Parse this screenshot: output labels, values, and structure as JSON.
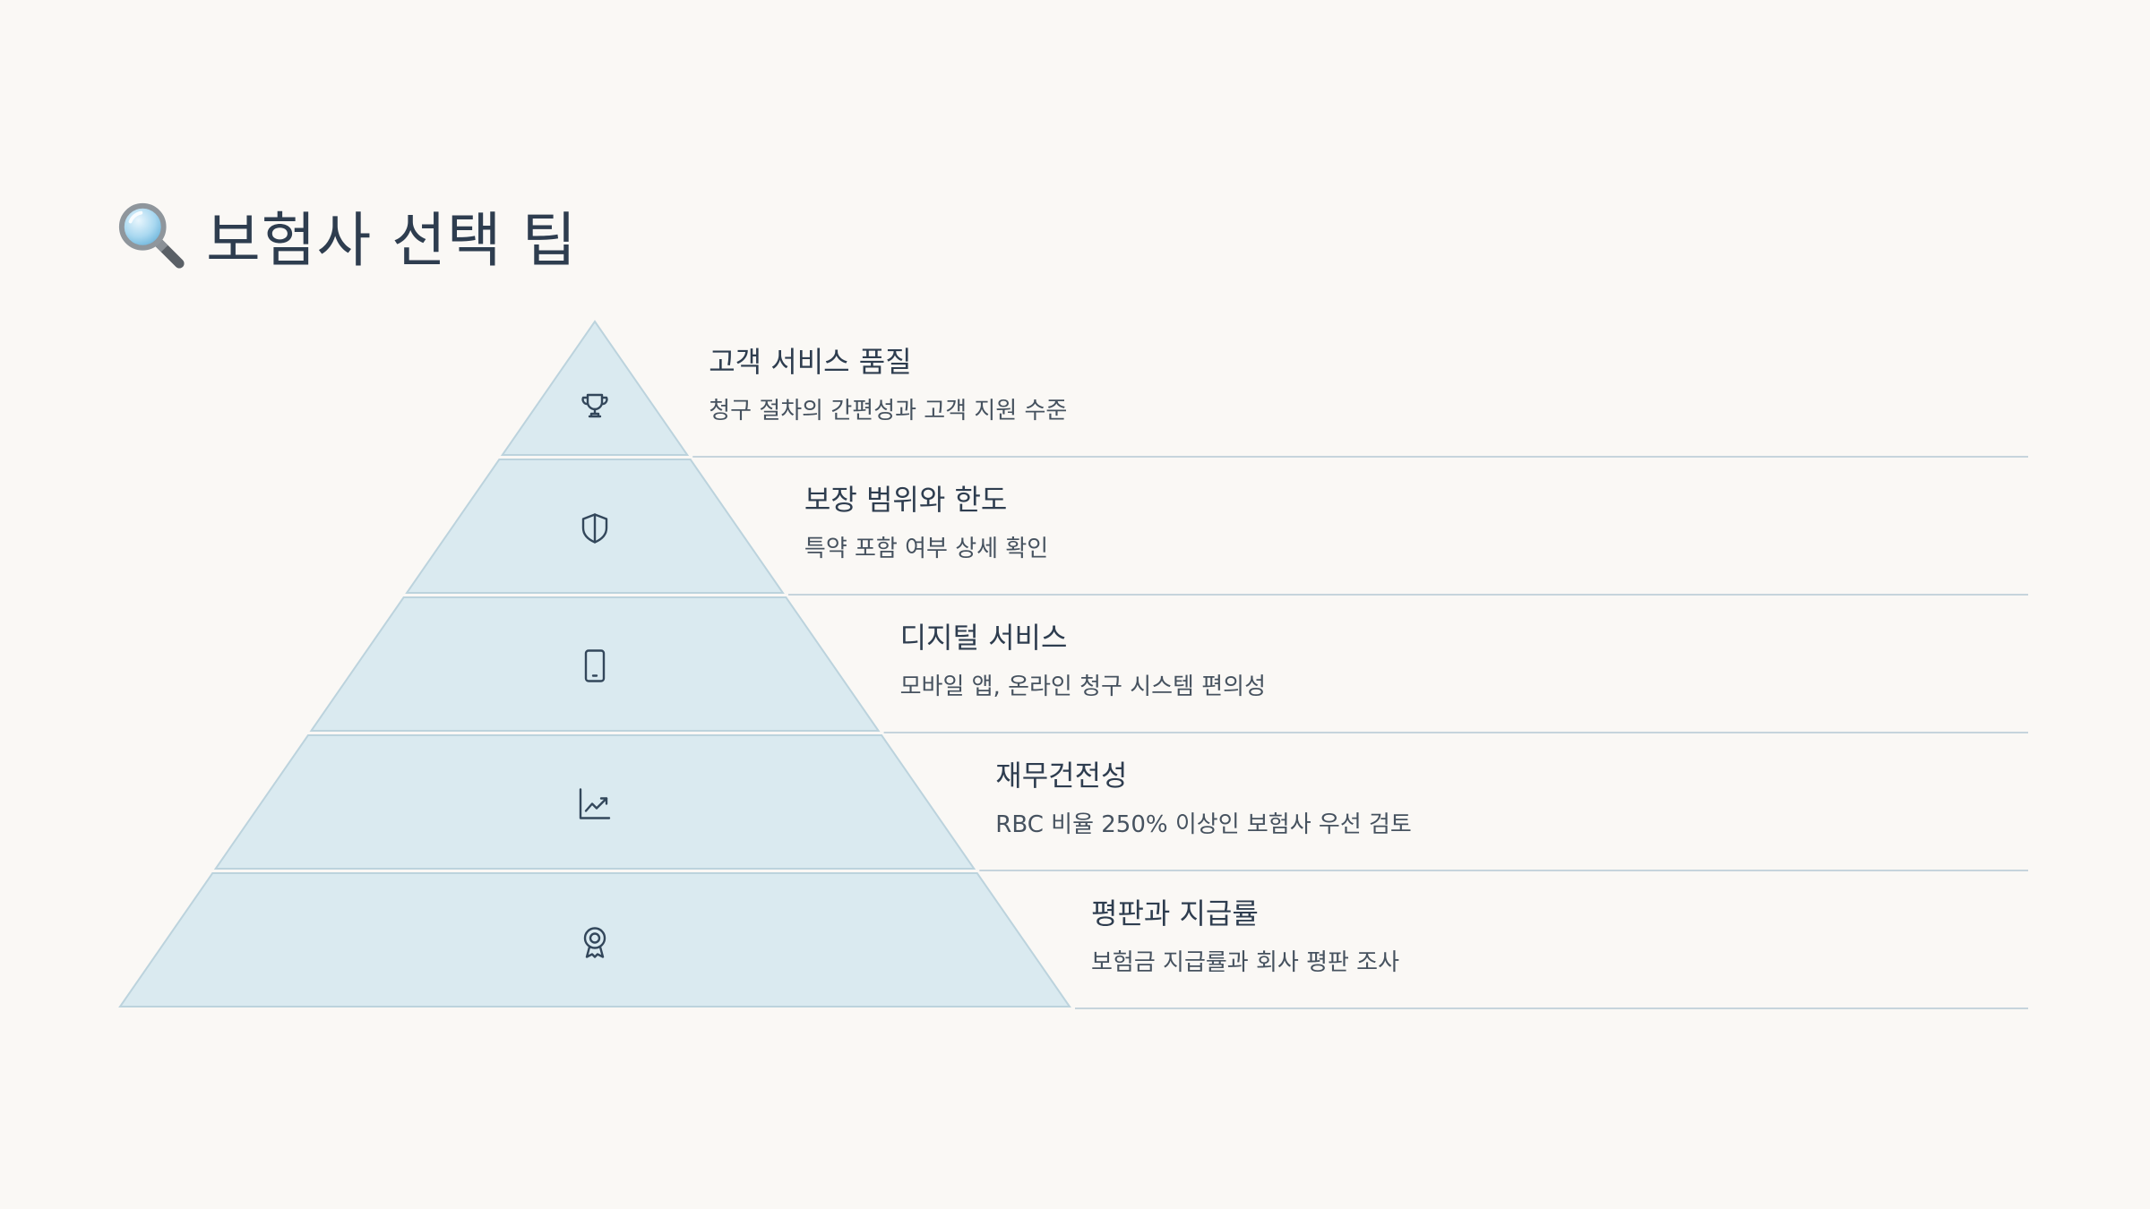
{
  "slide": {
    "title_icon": "magnifying-glass-icon",
    "title": "보험사 선택 팁",
    "colors": {
      "background": "#faf8f5",
      "tier_fill": "#daeaf0",
      "tier_stroke": "#bcd3dd",
      "divider": "#c6d4dc",
      "text": "#2e3d4f",
      "icon": "#33475b"
    },
    "tiers": [
      {
        "icon": "trophy-icon",
        "heading": "고객 서비스 품질",
        "description": "청구 절차의 간편성과 고객 지원 수준"
      },
      {
        "icon": "shield-icon",
        "heading": "보장 범위와 한도",
        "description": "특약 포함 여부 상세 확인"
      },
      {
        "icon": "smartphone-icon",
        "heading": "디지털 서비스",
        "description": "모바일 앱, 온라인 청구 시스템 편의성"
      },
      {
        "icon": "trending-up-chart-icon",
        "heading": "재무건전성",
        "description": "RBC 비율 250% 이상인 보험사 우선 검토"
      },
      {
        "icon": "award-badge-icon",
        "heading": "평판과 지급률",
        "description": "보험금 지급률과 회사 평판 조사"
      }
    ]
  }
}
